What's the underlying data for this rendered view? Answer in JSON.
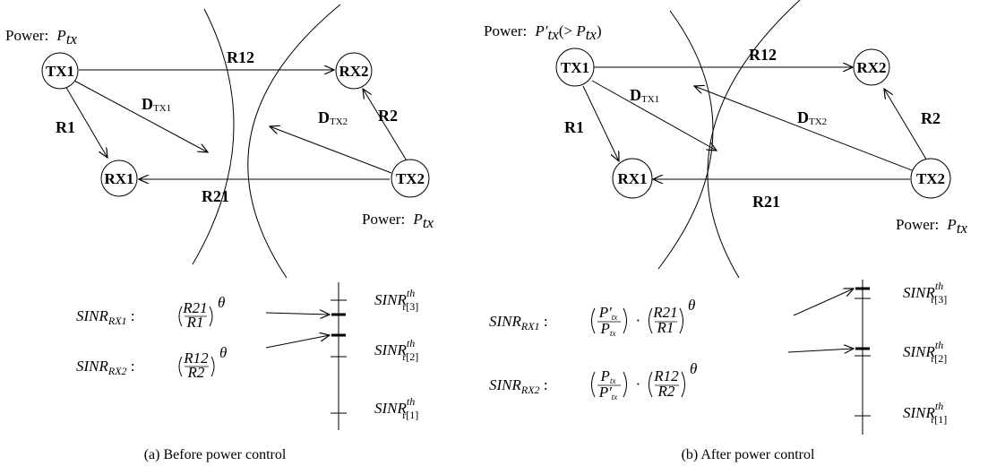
{
  "panel_a": {
    "caption": "(a) Before power control",
    "power_tx1_prefix": "Power:",
    "power_tx1_symbol": "P",
    "power_tx1_sub": "tx",
    "power_tx2_prefix": "Power:",
    "power_tx2_symbol": "P",
    "power_tx2_sub": "tx",
    "nodes": {
      "tx1": "TX1",
      "tx2": "TX2",
      "rx1": "RX1",
      "rx2": "RX2"
    },
    "links": {
      "r12": "R12",
      "r1": "R1",
      "r2": "R2",
      "r21": "R21",
      "d": "D",
      "d1_sub": "TX1",
      "d2_sub": "TX2"
    },
    "sinr": {
      "rx1_label": "SINR",
      "rx1_sub": "RX1",
      "rx1_num": "R21",
      "rx1_den": "R1",
      "rx2_label": "SINR",
      "rx2_sub": "RX2",
      "rx2_num": "R12",
      "rx2_den": "R2",
      "exp": "θ",
      "thresholds": [
        {
          "label": "SINR",
          "sup": "th",
          "sub": "r[3]"
        },
        {
          "label": "SINR",
          "sup": "th",
          "sub": "r[2]"
        },
        {
          "label": "SINR",
          "sup": "th",
          "sub": "r[1]"
        }
      ]
    }
  },
  "panel_b": {
    "caption": "(b) After power control",
    "power_tx1_prefix": "Power:",
    "power_tx1_symbol": "P′",
    "power_tx1_sub": "tx",
    "power_tx1_suffix_open": "(> ",
    "power_tx1_suffix_symbol": "P",
    "power_tx1_suffix_sub": "tx",
    "power_tx1_suffix_close": ")",
    "power_tx2_prefix": "Power:",
    "power_tx2_symbol": "P",
    "power_tx2_sub": "tx",
    "nodes": {
      "tx1": "TX1",
      "tx2": "TX2",
      "rx1": "RX1",
      "rx2": "RX2"
    },
    "links": {
      "r12": "R12",
      "r1": "R1",
      "r2": "R2",
      "r21": "R21",
      "d": "D",
      "d1_sub": "TX1",
      "d2_sub": "TX2"
    },
    "sinr": {
      "rx1_label": "SINR",
      "rx1_sub": "RX1",
      "rx1_p_num": "P′",
      "rx1_p_num_sub": "tx",
      "rx1_p_den": "P",
      "rx1_p_den_sub": "tx",
      "rx1_num": "R21",
      "rx1_den": "R1",
      "rx2_label": "SINR",
      "rx2_sub": "RX2",
      "rx2_p_num": "P",
      "rx2_p_num_sub": "tx",
      "rx2_p_den": "P′",
      "rx2_p_den_sub": "tx",
      "rx2_num": "R12",
      "rx2_den": "R2",
      "dot": "·",
      "exp": "θ",
      "thresholds": [
        {
          "label": "SINR",
          "sup": "th",
          "sub": "r[3]"
        },
        {
          "label": "SINR",
          "sup": "th",
          "sub": "r[2]"
        },
        {
          "label": "SINR",
          "sup": "th",
          "sub": "r[1]"
        }
      ]
    }
  }
}
